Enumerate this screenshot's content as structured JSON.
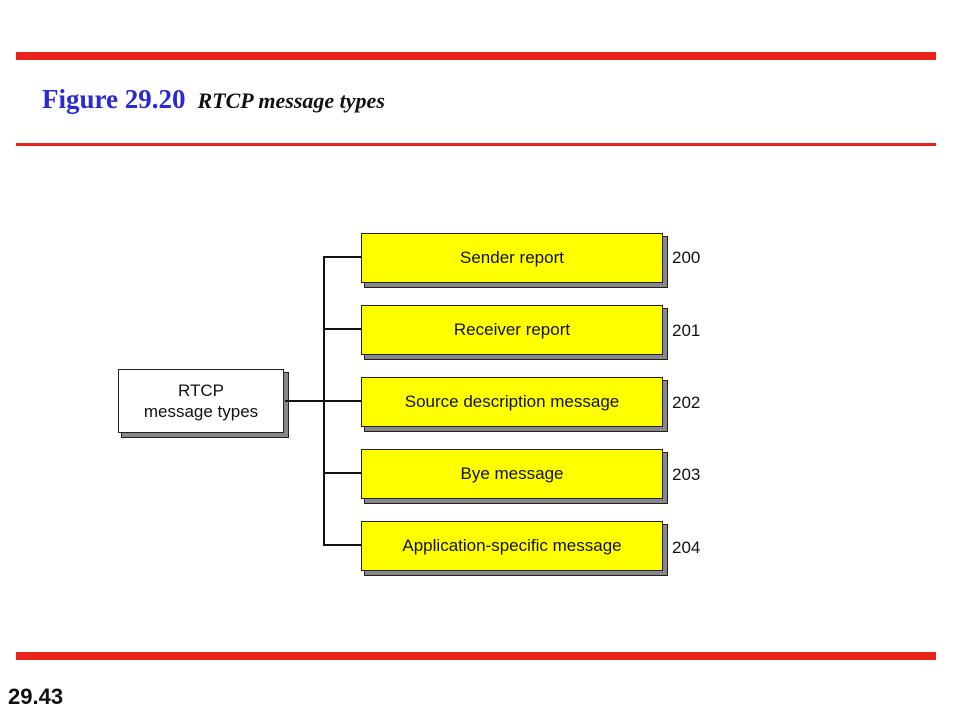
{
  "title": {
    "figure": "Figure 29.20",
    "caption": "RTCP message types"
  },
  "root": {
    "line1": "RTCP",
    "line2": "message types"
  },
  "messages": [
    {
      "label": "Sender report",
      "code": "200"
    },
    {
      "label": "Receiver report",
      "code": "201"
    },
    {
      "label": "Source description message",
      "code": "202"
    },
    {
      "label": "Bye message",
      "code": "203"
    },
    {
      "label": "Application-specific message",
      "code": "204"
    }
  ],
  "footer": {
    "slide_number": "29.43"
  },
  "colors": {
    "accent_rule": "#e8231b",
    "title_blue": "#2a2ad4",
    "box_fill": "#ffff00"
  }
}
